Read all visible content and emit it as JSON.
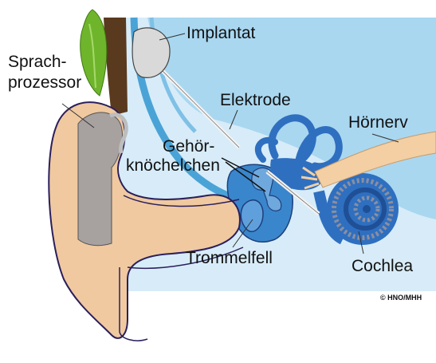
{
  "labels": {
    "implant": "Implantat",
    "speech_processor_line1": "Sprach-",
    "speech_processor_line2": "prozessor",
    "electrode": "Elektrode",
    "auditory_nerve": "Hörnerv",
    "ossicles_line1": "Gehör-",
    "ossicles_line2": "knöchelchen",
    "eardrum": "Trommelfell",
    "cochlea": "Cochlea"
  },
  "credit": "© HNO/MHH",
  "colors": {
    "background_tissue": "#d7ecf8",
    "bone_region": "#a9d7f0",
    "canal_stripe": "#4aa3d6",
    "skin": "#f0c9a0",
    "skin_edge": "#2a1f5c",
    "processor_body": "#9a9aa0",
    "coil_green": "#6fb52c",
    "hair_brown": "#5a3a1e",
    "cochlea_blue": "#2f6fc0",
    "nerve": "#f3cfa3",
    "implant_grey": "#d9d9d9"
  }
}
